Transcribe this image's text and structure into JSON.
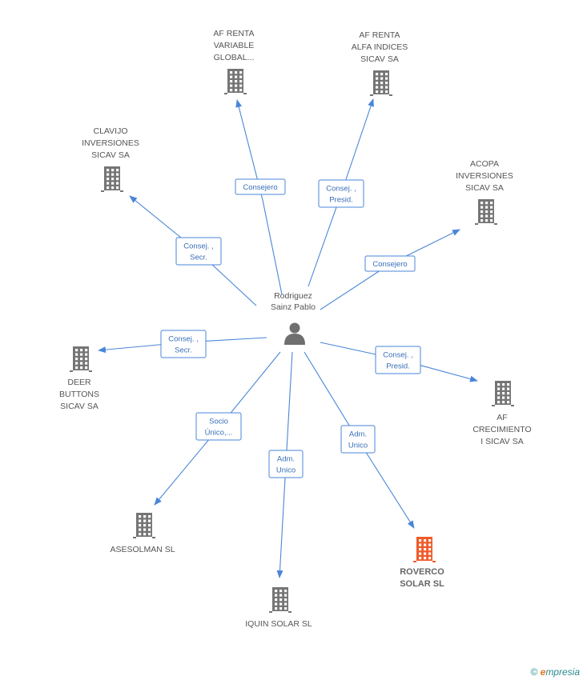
{
  "center": {
    "name_lines": [
      "Rodriguez",
      "Sainz Pablo"
    ],
    "icon": "person-icon"
  },
  "nodes": [
    {
      "id": "af-renta-variable",
      "lines": [
        "AF RENTA",
        "VARIABLE",
        "GLOBAL..."
      ],
      "icon": "building-icon",
      "highlight": false
    },
    {
      "id": "af-renta-alfa",
      "lines": [
        "AF RENTA",
        "ALFA INDICES",
        "SICAV SA"
      ],
      "icon": "building-icon",
      "highlight": false
    },
    {
      "id": "clavijo",
      "lines": [
        "CLAVIJO",
        "INVERSIONES",
        "SICAV SA"
      ],
      "icon": "building-icon",
      "highlight": false
    },
    {
      "id": "acopa",
      "lines": [
        "ACOPA",
        "INVERSIONES",
        "SICAV SA"
      ],
      "icon": "building-icon",
      "highlight": false
    },
    {
      "id": "deer-buttons",
      "lines": [
        "DEER",
        "BUTTONS",
        "SICAV SA"
      ],
      "icon": "building-icon",
      "highlight": false
    },
    {
      "id": "af-crecimiento",
      "lines": [
        "AF",
        "CRECIMIENTO",
        "I SICAV SA"
      ],
      "icon": "building-icon",
      "highlight": false
    },
    {
      "id": "asesolman",
      "lines": [
        "ASESOLMAN SL"
      ],
      "icon": "building-icon",
      "highlight": false
    },
    {
      "id": "roverco",
      "lines": [
        "ROVERCO",
        "SOLAR SL"
      ],
      "icon": "building-icon",
      "highlight": true
    },
    {
      "id": "iquin",
      "lines": [
        "IQUIN SOLAR SL"
      ],
      "icon": "building-icon",
      "highlight": false
    }
  ],
  "edges": [
    {
      "target": "af-renta-variable",
      "lines": [
        "Consejero"
      ]
    },
    {
      "target": "af-renta-alfa",
      "lines": [
        "Consej. ,",
        "Presid."
      ]
    },
    {
      "target": "clavijo",
      "lines": [
        "Consej. ,",
        "Secr."
      ]
    },
    {
      "target": "acopa",
      "lines": [
        "Consejero"
      ]
    },
    {
      "target": "deer-buttons",
      "lines": [
        "Consej. ,",
        "Secr."
      ]
    },
    {
      "target": "af-crecimiento",
      "lines": [
        "Consej. ,",
        "Presid."
      ]
    },
    {
      "target": "asesolman",
      "lines": [
        "Socio",
        "Único,..."
      ]
    },
    {
      "target": "roverco",
      "lines": [
        "Adm.",
        "Unico"
      ]
    },
    {
      "target": "iquin",
      "lines": [
        "Adm.",
        "Unico"
      ]
    }
  ],
  "colors": {
    "edge": "#4a86d8",
    "icon": "#757575",
    "highlight": "#f05a28"
  },
  "watermark": {
    "symbol": "©",
    "brand_initial": "e",
    "brand_rest": "mpresia"
  }
}
